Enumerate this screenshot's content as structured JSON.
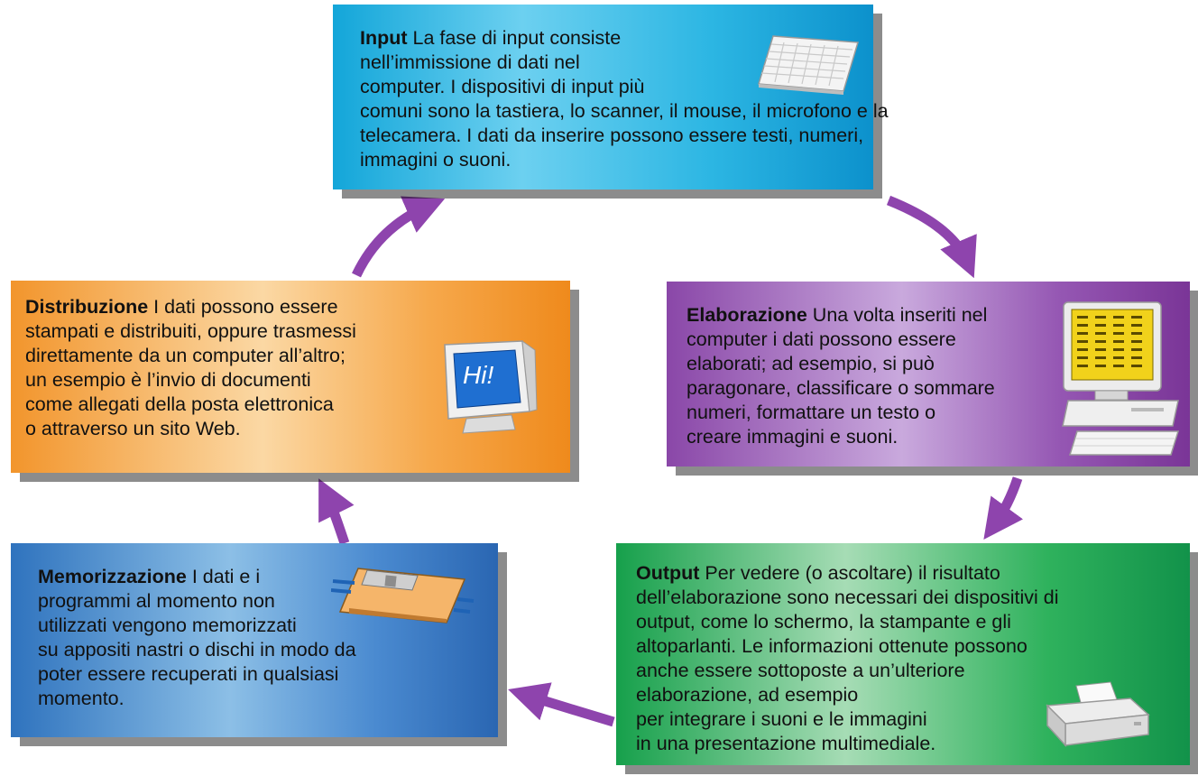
{
  "steps": {
    "input": {
      "title": "Input",
      "lines": [
        " La fase di input consiste",
        "nell’immissione di dati nel",
        "computer. I dispositivi di input più",
        "comuni sono la tastiera, lo scanner, il mouse, il microfono e la",
        "telecamera. I dati da inserire possono essere testi, numeri,",
        "immagini o suoni."
      ],
      "color": "#13a6d9",
      "icon": "keyboard-icon"
    },
    "elaborazione": {
      "title": "Elaborazione",
      "lines": [
        " Una volta inseriti nel",
        "computer i dati possono essere",
        "elaborati; ad esempio, si può",
        "paragonare, classificare o sommare",
        "numeri, formattare un testo o",
        "creare immagini e suoni."
      ],
      "color": "#8a47a8",
      "icon": "desktop-computer-icon"
    },
    "output": {
      "title": "Output",
      "lines": [
        " Per vedere (o ascoltare) il risultato",
        "dell’elaborazione sono necessari dei dispositivi di",
        "output, come lo schermo, la stampante e gli",
        "altoparlanti. Le informazioni ottenute possono",
        "anche essere sottoposte a un’ulteriore",
        "elaborazione, ad esempio",
        "per integrare i suoni e le immagini",
        "in una presentazione multimediale."
      ],
      "color": "#16a04b",
      "icon": "printer-icon"
    },
    "memorizzazione": {
      "title": "Memorizzazione",
      "lines": [
        " I dati e i",
        "programmi al momento non",
        "utilizzati vengono memorizzati",
        "su appositi nastri o dischi in modo da",
        "poter essere recuperati in qualsiasi",
        "momento."
      ],
      "color": "#2f73be",
      "icon": "floppy-disk-icon"
    },
    "distribuzione": {
      "title": "Distribuzione",
      "lines": [
        " I dati possono essere",
        "stampati e distribuiti, oppure trasmessi",
        "direttamente da un computer all’altro;",
        "un esempio è l’invio di documenti",
        "come allegati della posta elettronica",
        "o attraverso un sito Web."
      ],
      "color": "#f2952c",
      "icon": "monitor-icon",
      "monitor_text": "Hi!"
    }
  },
  "arrow_color": "#8e44ad"
}
